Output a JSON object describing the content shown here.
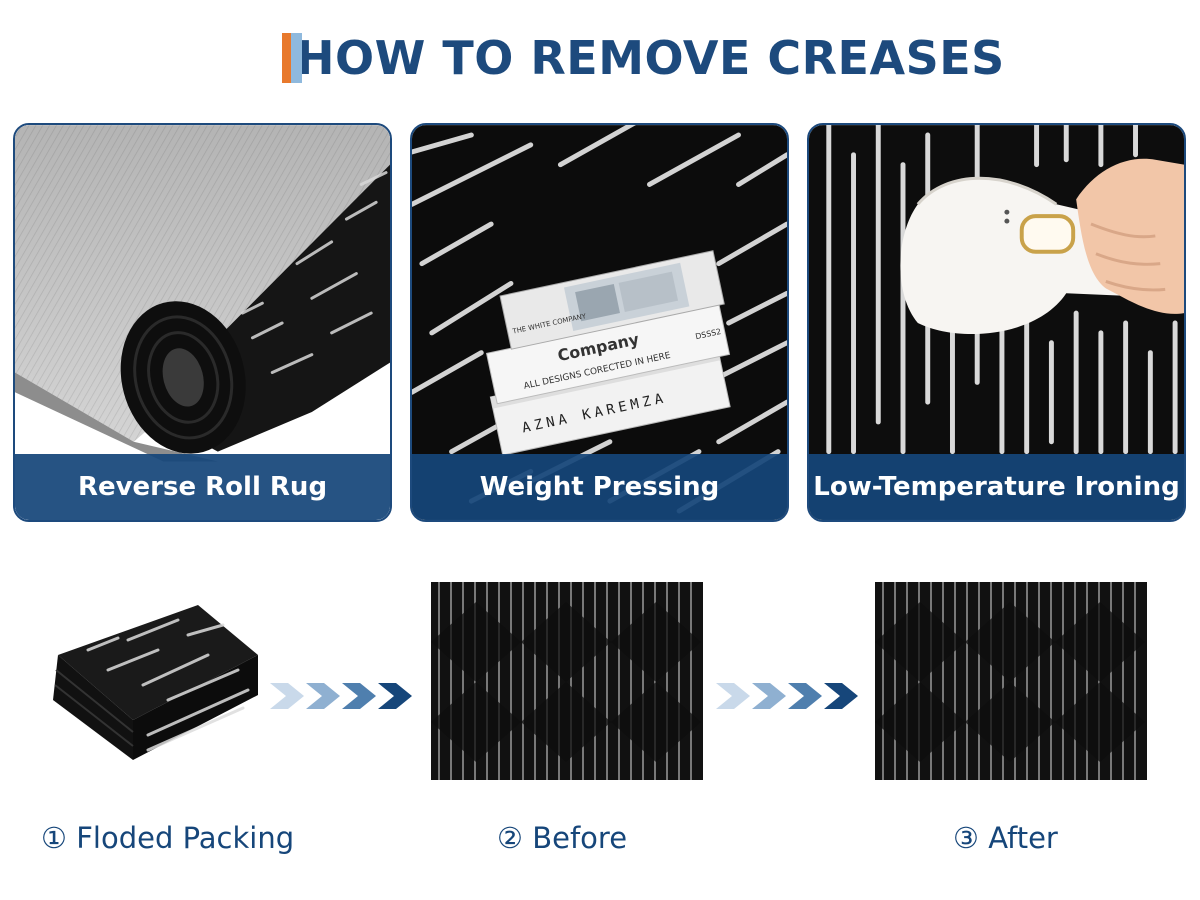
{
  "title": "HOW TO REMOVE CREASES",
  "methods": [
    {
      "label": "Reverse Roll Rug"
    },
    {
      "label": "Weight Pressing"
    },
    {
      "label": "Low-Temperature Ironing"
    }
  ],
  "books": {
    "top_spine": "THE WHITE COMPANY",
    "middle_title": "Company",
    "middle_sub": "ALL DESIGNS CORECTED IN HERE",
    "middle_code": "DSSS2",
    "bottom_spine": "AZNA KAREMZA"
  },
  "steps": [
    {
      "label": "① Floded Packing"
    },
    {
      "label": "② Before"
    },
    {
      "label": "③ After"
    }
  ],
  "colors": {
    "brand_blue": "#1d4a7d",
    "accent_orange": "#e8792c",
    "accent_light_blue": "#8fb9dd",
    "label_bar": "#16467a"
  },
  "icons": [
    "circled-number-icon",
    "chevron-arrows-icon"
  ]
}
